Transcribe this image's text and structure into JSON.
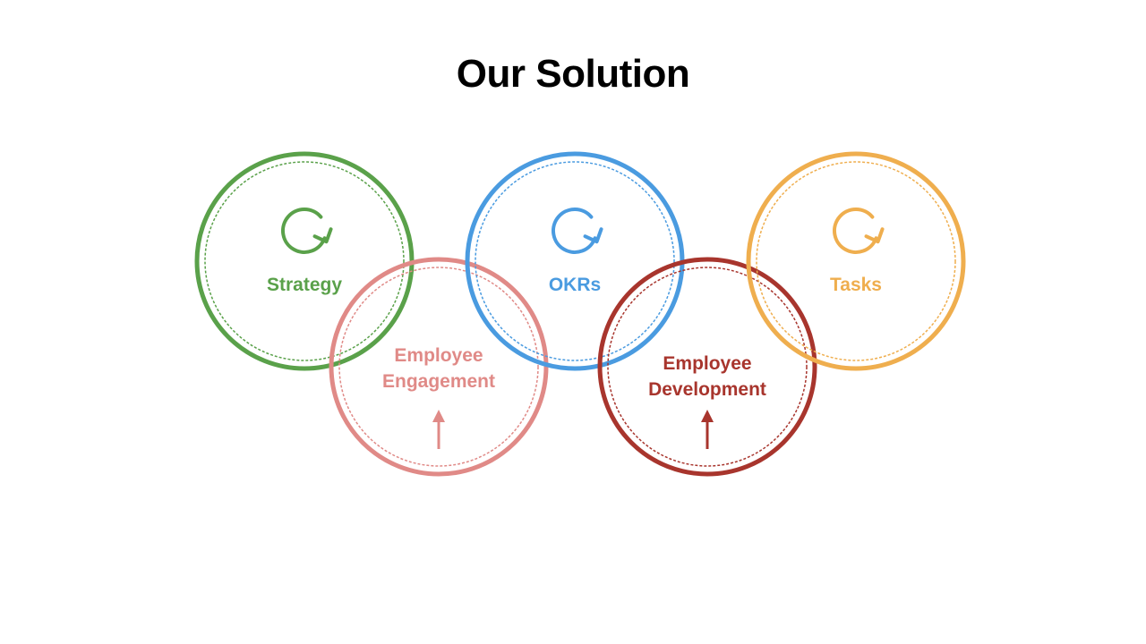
{
  "title": "Our Solution",
  "circles": [
    {
      "id": "strategy",
      "lines": [
        "Strategy"
      ],
      "color": "#5aa14a",
      "icon": "cycle-arrow-icon"
    },
    {
      "id": "employee-engagement",
      "lines": [
        "Employee",
        "Engagement"
      ],
      "color": "#e08a87",
      "icon": "up-arrow-icon"
    },
    {
      "id": "okrs",
      "lines": [
        "OKRs"
      ],
      "color": "#4a9be0",
      "icon": "cycle-arrow-icon"
    },
    {
      "id": "employee-development",
      "lines": [
        "Employee",
        "Development"
      ],
      "color": "#a8352d",
      "icon": "up-arrow-icon"
    },
    {
      "id": "tasks",
      "lines": [
        "Tasks"
      ],
      "color": "#efae4e",
      "icon": "cycle-arrow-icon"
    }
  ]
}
